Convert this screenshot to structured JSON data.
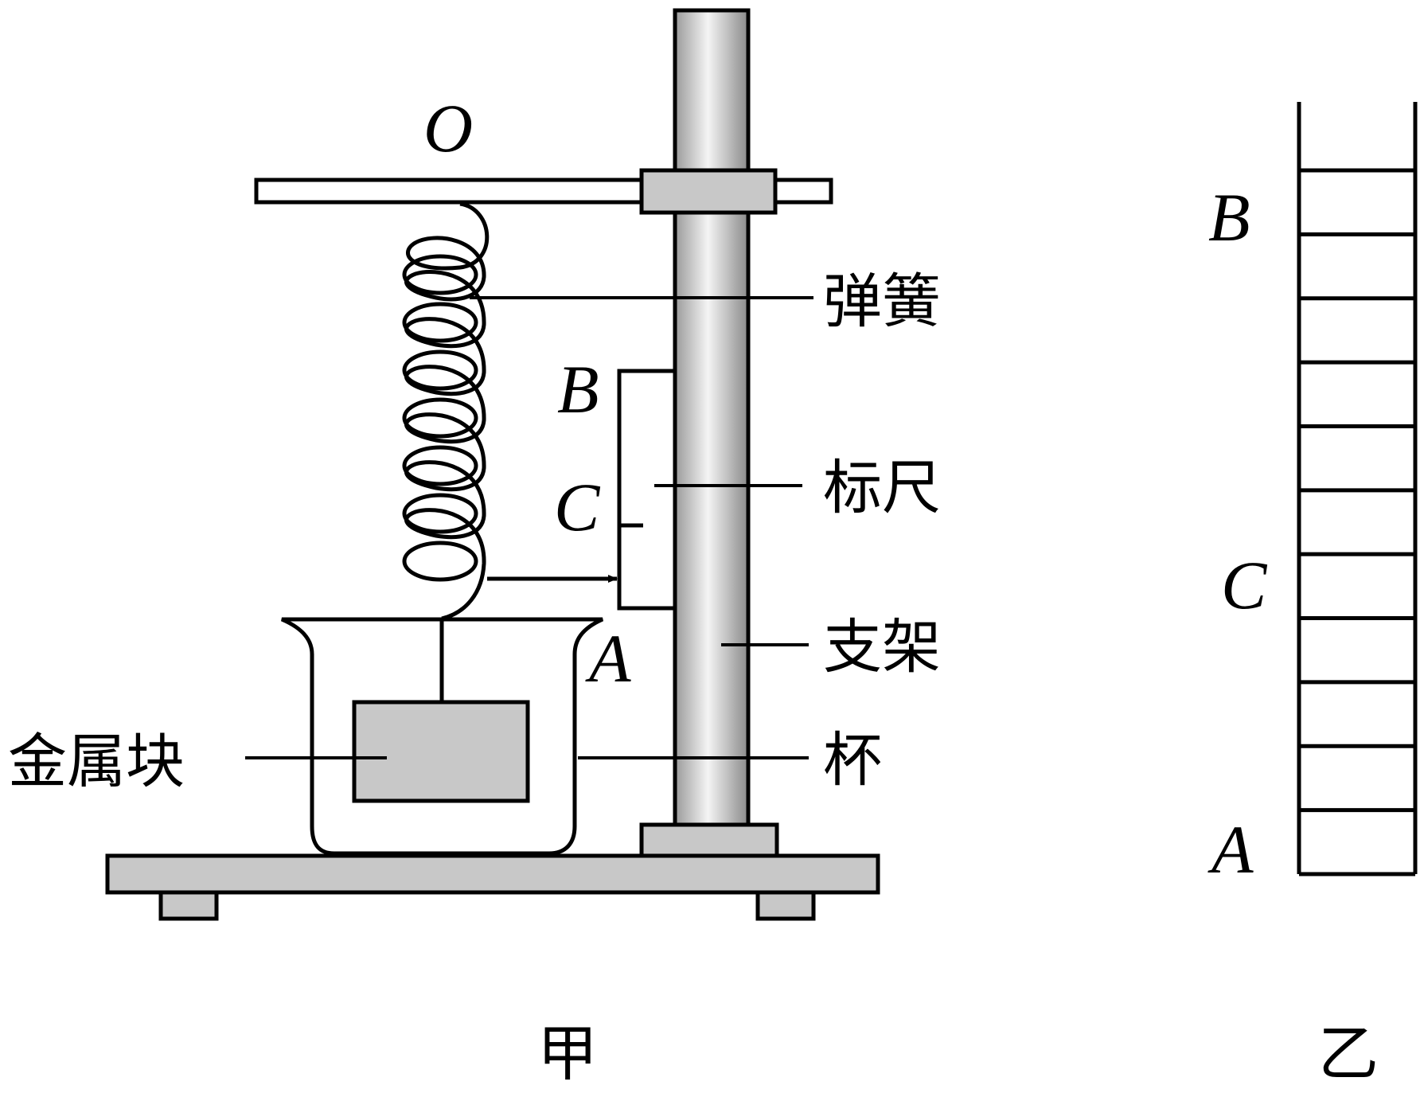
{
  "figure_jia": {
    "labels": {
      "O": "O",
      "B": "B",
      "C": "C",
      "A": "A",
      "spring": "弹簧",
      "scale": "标尺",
      "stand": "支架",
      "cup": "杯",
      "metal_block": "金属块"
    },
    "caption": "甲"
  },
  "figure_yi": {
    "labels": {
      "B": "B",
      "C": "C",
      "A": "A"
    },
    "divisions": 11,
    "caption": "乙"
  }
}
